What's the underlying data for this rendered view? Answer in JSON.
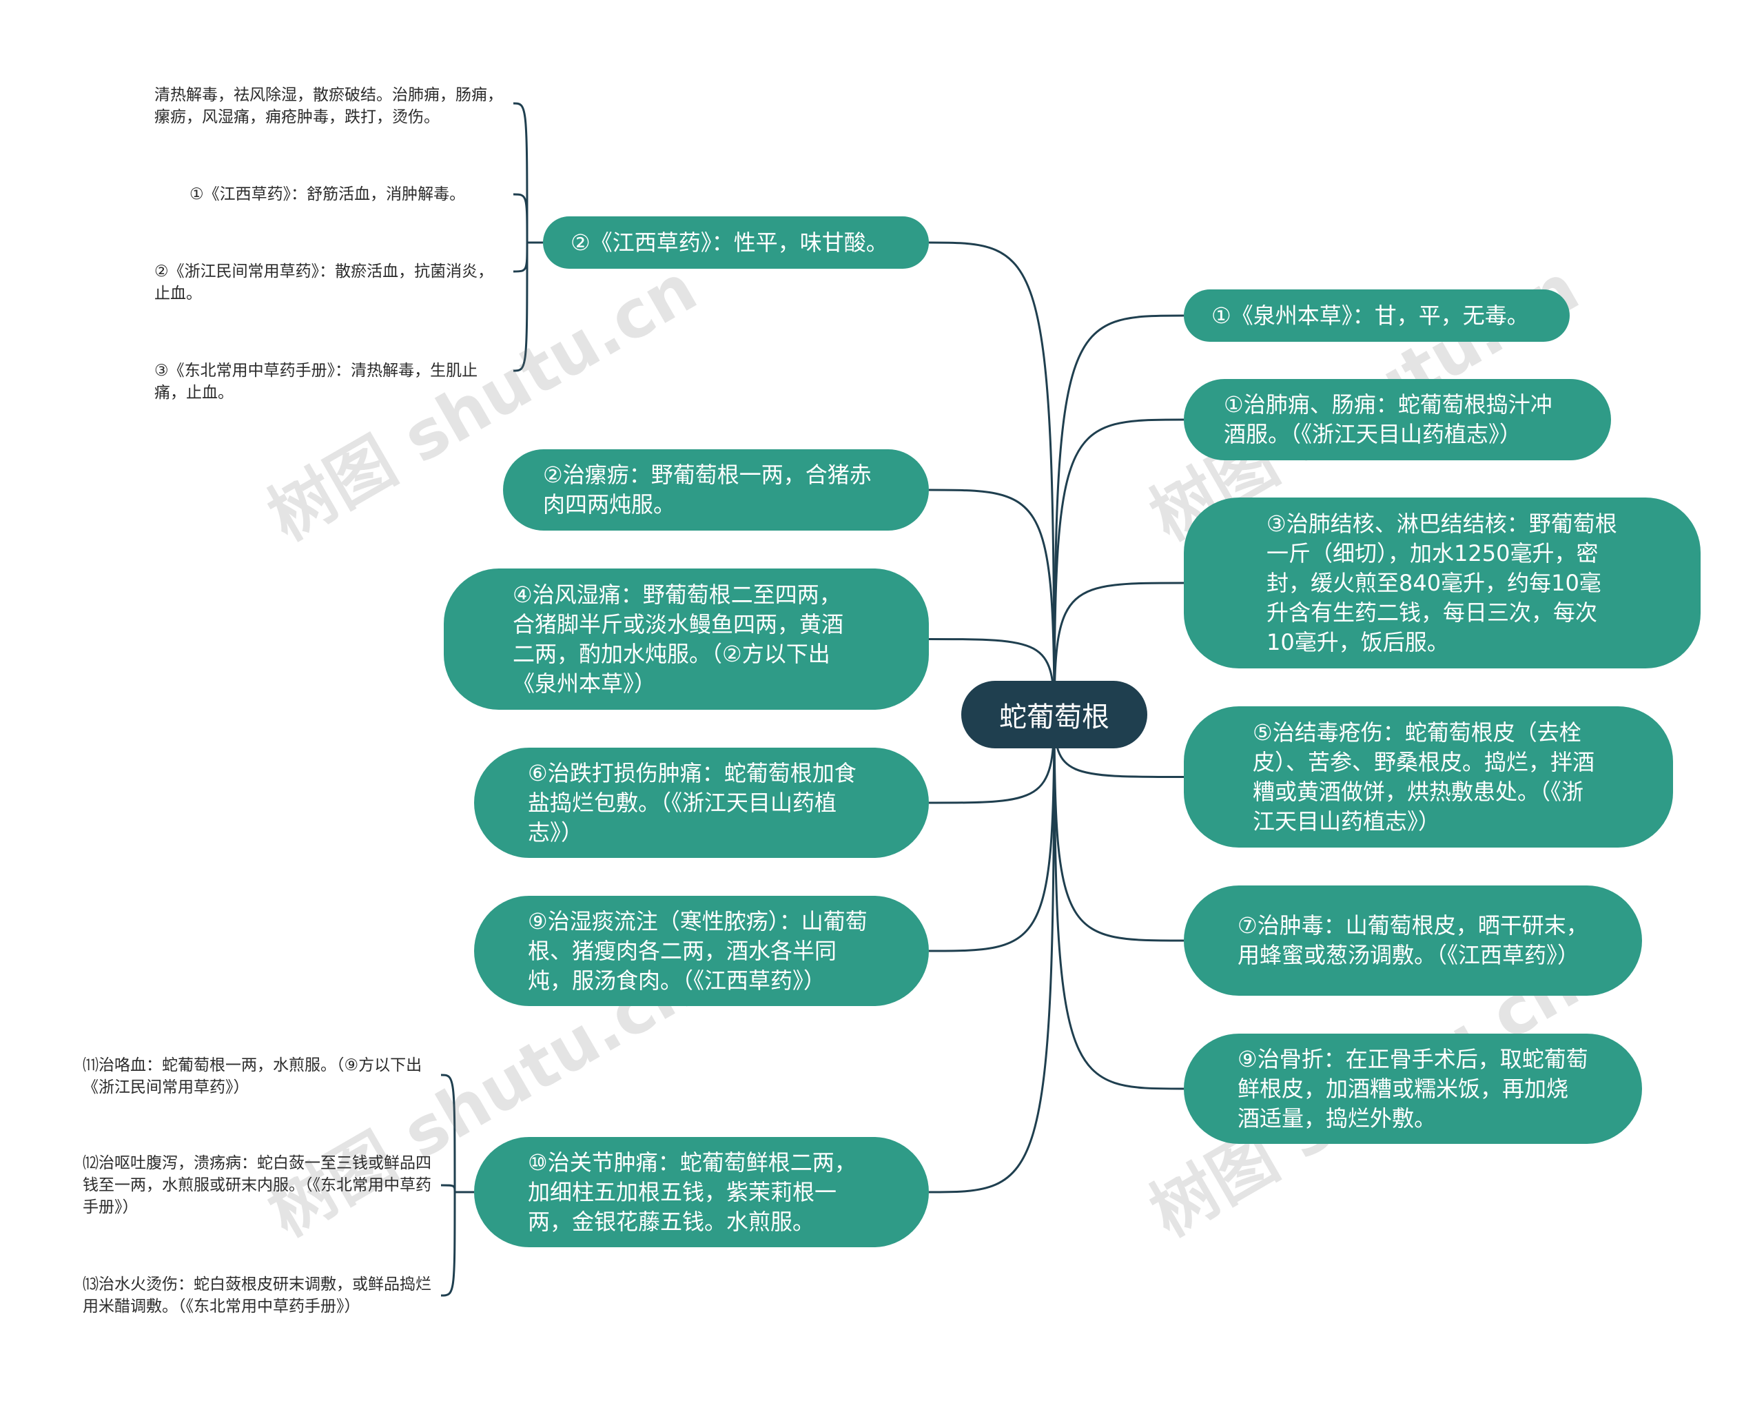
{
  "colors": {
    "root_bg": "#1f3f4f",
    "node_bg": "#2f9b87",
    "line": "#1f3f4f",
    "text_dark": "#2b2b2b"
  },
  "root": {
    "label": "蛇葡萄根"
  },
  "left_nodes": [
    {
      "id": "L1",
      "label": "②《江西草药》：性平，味甘酸。"
    },
    {
      "id": "L2",
      "label": "②治瘰疬：野葡萄根一两，合猪赤肉四两炖服。"
    },
    {
      "id": "L3",
      "label": "④治风湿痛：野葡萄根二至四两，合猪脚半斤或淡水鳗鱼四两，黄酒二两，酌加水炖服。（②方以下出《泉州本草》）"
    },
    {
      "id": "L4",
      "label": "⑥治跌打损伤肿痛：蛇葡萄根加食盐捣烂包敷。（《浙江天目山药植志》）"
    },
    {
      "id": "L5",
      "label": "⑨治湿痰流注（寒性脓疡）：山葡萄根、猪瘦肉各二两，酒水各半同炖，服汤食肉。（《江西草药》）"
    },
    {
      "id": "L6",
      "label": "⑩治关节肿痛：蛇葡萄鲜根二两，加细柱五加根五钱，紫茉莉根一两，金银花藤五钱。水煎服。"
    }
  ],
  "right_nodes": [
    {
      "id": "R1",
      "label": "①《泉州本草》：甘，平，无毒。"
    },
    {
      "id": "R2",
      "label": "①治肺痈、肠痈：蛇葡萄根捣汁冲酒服。（《浙江天目山药植志》）"
    },
    {
      "id": "R3",
      "label": "③治肺结核、淋巴结结核：野葡萄根一斤（细切），加水1250毫升，密封，缓火煎至840毫升，约每10毫升含有生药二钱，每日三次，每次10毫升，饭后服。"
    },
    {
      "id": "R4",
      "label": "⑤治结毒疮伤：蛇葡萄根皮（去栓皮）、苦参、野桑根皮。捣烂，拌酒糟或黄酒做饼，烘热敷患处。（《浙江天目山药植志》）"
    },
    {
      "id": "R5",
      "label": "⑦治肿毒：山葡萄根皮，晒干研末，用蜂蜜或葱汤调敷。（《江西草药》）"
    },
    {
      "id": "R6",
      "label": "⑨治骨折：在正骨手术后，取蛇葡萄鲜根皮，加酒糟或糯米饭，再加烧酒适量，捣烂外敷。"
    }
  ],
  "leaves_top": [
    {
      "label": "清热解毒，祛风除湿，散瘀破结。治肺痈，肠痈，瘰疬，风湿痛，痈疮肿毒，跌打，烫伤。"
    },
    {
      "label": "①《江西草药》：舒筋活血，消肿解毒。"
    },
    {
      "label": "②《浙江民间常用草药》：散瘀活血，抗菌消炎，止血。"
    },
    {
      "label": "③《东北常用中草药手册》：清热解毒，生肌止痛，止血。"
    }
  ],
  "leaves_bottom": [
    {
      "label": "⑾治咯血：蛇葡萄根一两，水煎服。（⑨方以下出《浙江民间常用草药》）"
    },
    {
      "label": "⑿治呕吐腹泻，溃疡病：蛇白蔹一至三钱或鲜品四钱至一两，水煎服或研末内服。（《东北常用中草药手册》）"
    },
    {
      "label": "⒀治水火烫伤：蛇白蔹根皮研末调敷，或鲜品捣烂用米醋调敷。（《东北常用中草药手册》）"
    }
  ],
  "watermark": "树图 shutu.cn"
}
